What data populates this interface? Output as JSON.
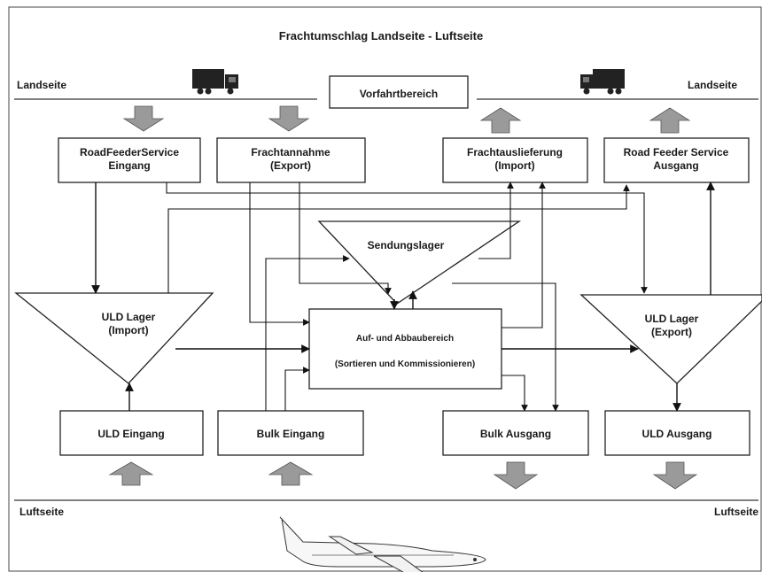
{
  "title": "Frachtumschlag Landseite - Luftseite",
  "landside": {
    "left_label": "Landseite",
    "right_label": "Landseite",
    "forecourt_label": "Vorfahrtbereich"
  },
  "airside": {
    "left_label": "Luftseite",
    "right_label": "Luftseite"
  },
  "nodes": {
    "rfs_in": [
      "RoadFeederService",
      "Eingang"
    ],
    "acceptance": [
      "Frachtannahme",
      "(Export)"
    ],
    "delivery": [
      "Frachtauslieferung",
      "(Import)"
    ],
    "rfs_out": [
      "Road Feeder Service",
      "Ausgang"
    ],
    "shipment_store": [
      "Sendungslager"
    ],
    "uld_import": [
      "ULD Lager",
      "(Import)"
    ],
    "uld_export": [
      "ULD Lager",
      "(Export)"
    ],
    "buildup": [
      "Auf- und Abbaubereich",
      "(Sortieren und Kommissionieren)"
    ],
    "uld_in": [
      "ULD Eingang"
    ],
    "bulk_in": [
      "Bulk Eingang"
    ],
    "bulk_out": [
      "Bulk Ausgang"
    ],
    "uld_out": [
      "ULD Ausgang"
    ]
  },
  "icons": [
    "truck-icon",
    "airplane-icon"
  ]
}
